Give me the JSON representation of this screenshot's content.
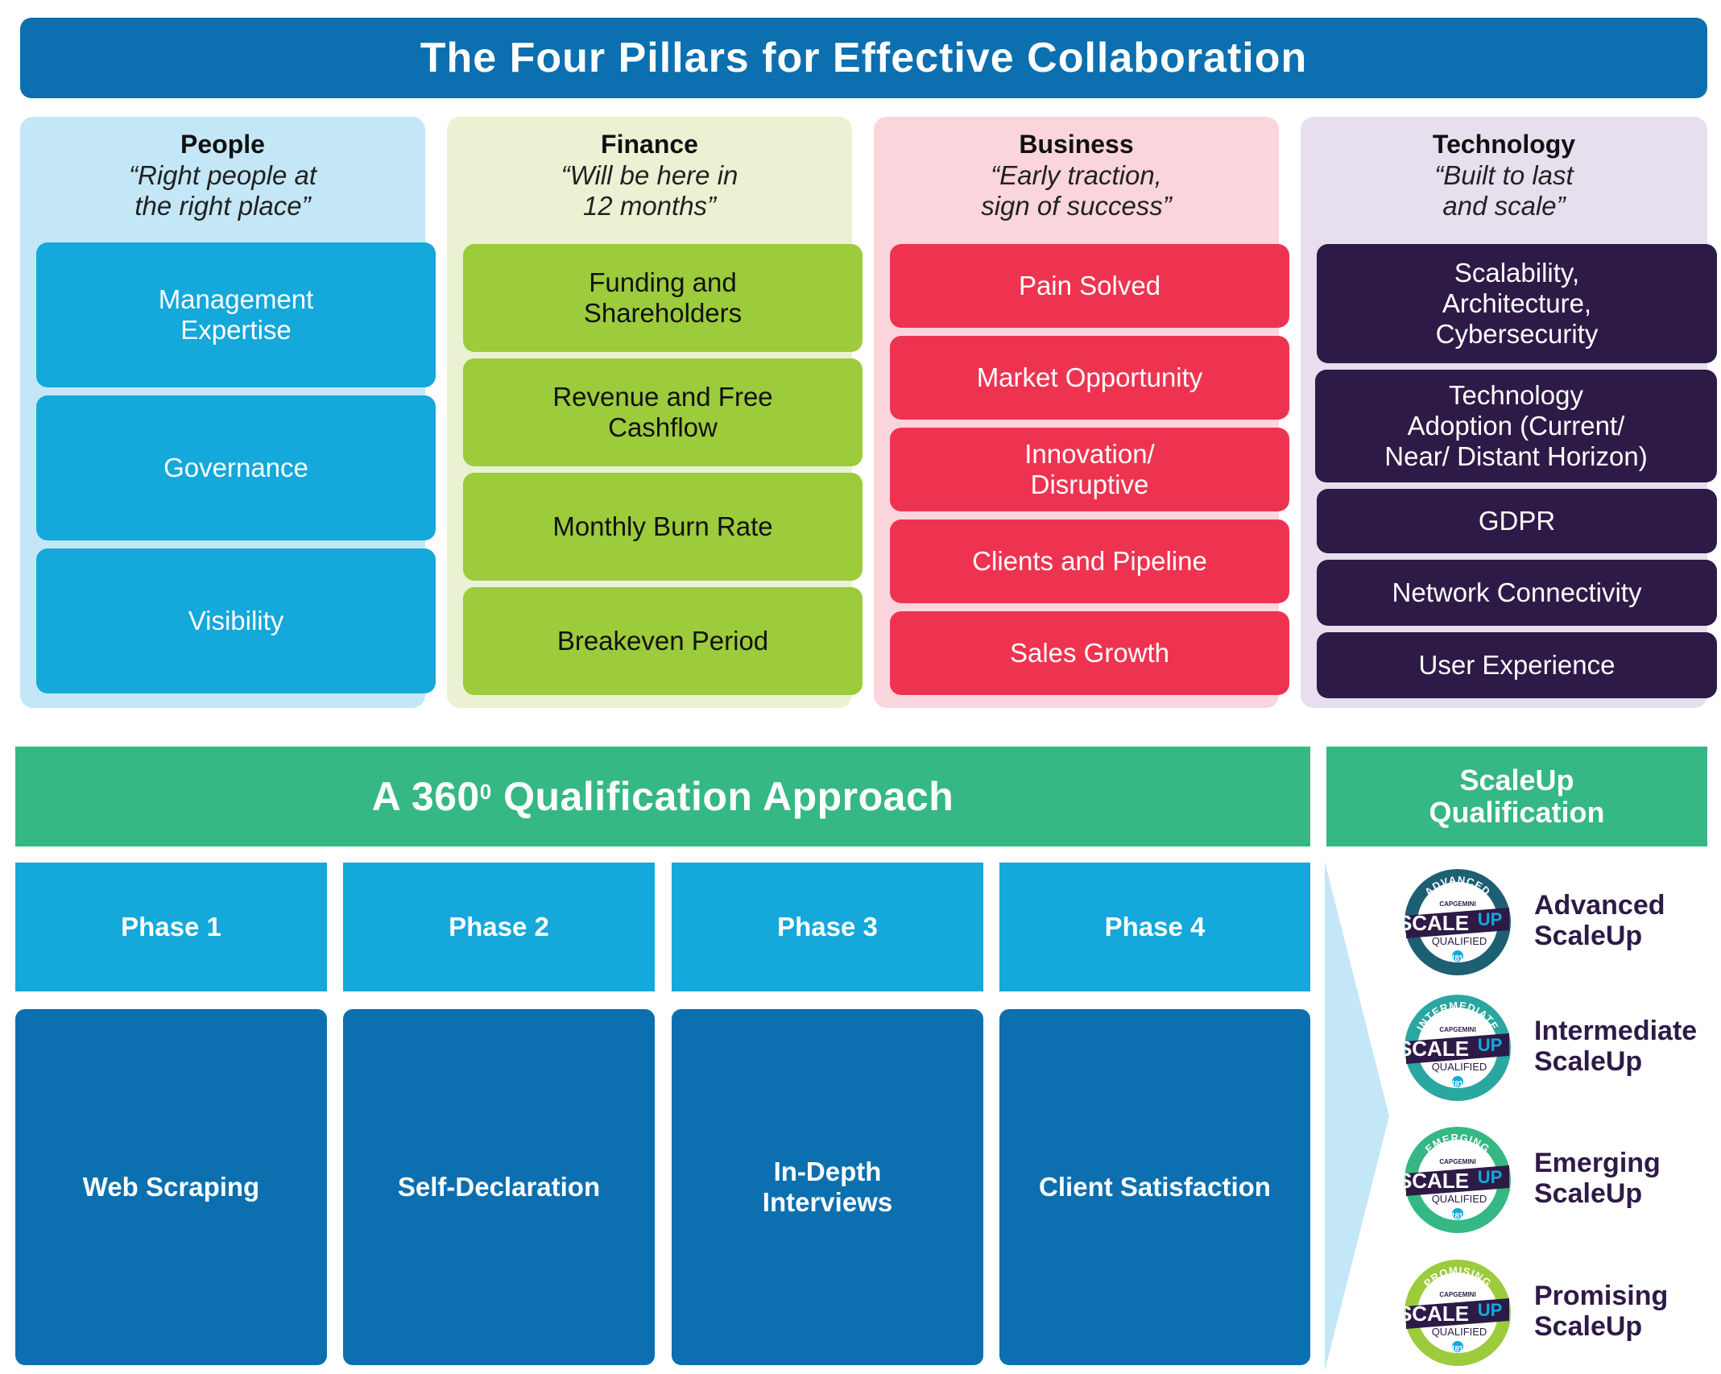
{
  "title": "The Four Pillars for Effective Collaboration",
  "pillars": [
    {
      "name": "People",
      "quote": "“Right people at\nthe right place”",
      "items": [
        "Management\nExpertise",
        "Governance",
        "Visibility"
      ]
    },
    {
      "name": "Finance",
      "quote": "“Will be here in\n12  months”",
      "items": [
        "Funding and\nShareholders",
        "Revenue and Free\nCashflow",
        "Monthly Burn Rate",
        "Breakeven Period"
      ]
    },
    {
      "name": "Business",
      "quote": "“Early  traction,\nsign of success”",
      "items": [
        "Pain Solved",
        "Market Opportunity",
        "Innovation/\nDisruptive",
        "Clients and Pipeline",
        "Sales Growth"
      ]
    },
    {
      "name": "Technology",
      "quote": "“Built to last\nand scale”",
      "items": [
        "Scalability,\nArchitecture,\nCybersecurity",
        "Technology\nAdoption (Current/\nNear/ Distant Horizon)",
        "GDPR",
        "Network Connectivity",
        "User Experience"
      ]
    }
  ],
  "approach": {
    "title_main": "A 360",
    "title_sup": "0",
    "title_rest": " Qualification Approach"
  },
  "qualification_title": "ScaleUp\nQualification",
  "phases": [
    {
      "label": "Phase 1",
      "method": "Web Scraping"
    },
    {
      "label": "Phase 2",
      "method": "Self-Declaration"
    },
    {
      "label": "Phase 3",
      "method": "In-Depth\nInterviews"
    },
    {
      "label": "Phase 4",
      "method": "Client Satisfaction"
    }
  ],
  "badge_text": {
    "brand": "CAPGEMINI",
    "scale": "SCALE",
    "up": "UP",
    "qualified": "QUALIFIED",
    "code": "CG181234"
  },
  "levels": [
    {
      "badge": "ADVANCED",
      "label": "Advanced\nScaleUp",
      "ring": "#1d5f73"
    },
    {
      "badge": "INTERMEDIATE",
      "label": "Intermediate\nScaleUp",
      "ring": "#2aa7a0"
    },
    {
      "badge": "EMERGING",
      "label": "Emerging\nScaleUp",
      "ring": "#35b883"
    },
    {
      "badge": "PROMISING",
      "label": "Promising\nScaleUp",
      "ring": "#9ccb3b"
    }
  ],
  "colors": {
    "title_bar": "#0c6faf",
    "people_panel": "#c4e7f7",
    "people_box": "#14a8db",
    "finance_panel": "#eaf2d3",
    "finance_box": "#9ccb3b",
    "business_panel": "#fad5dc",
    "business_box": "#ee3350",
    "technology_panel": "#e7deee",
    "technology_box": "#2e1a47",
    "approach_bar": "#35b883",
    "phase_head": "#14a8db",
    "phase_body": "#0c6faf"
  }
}
